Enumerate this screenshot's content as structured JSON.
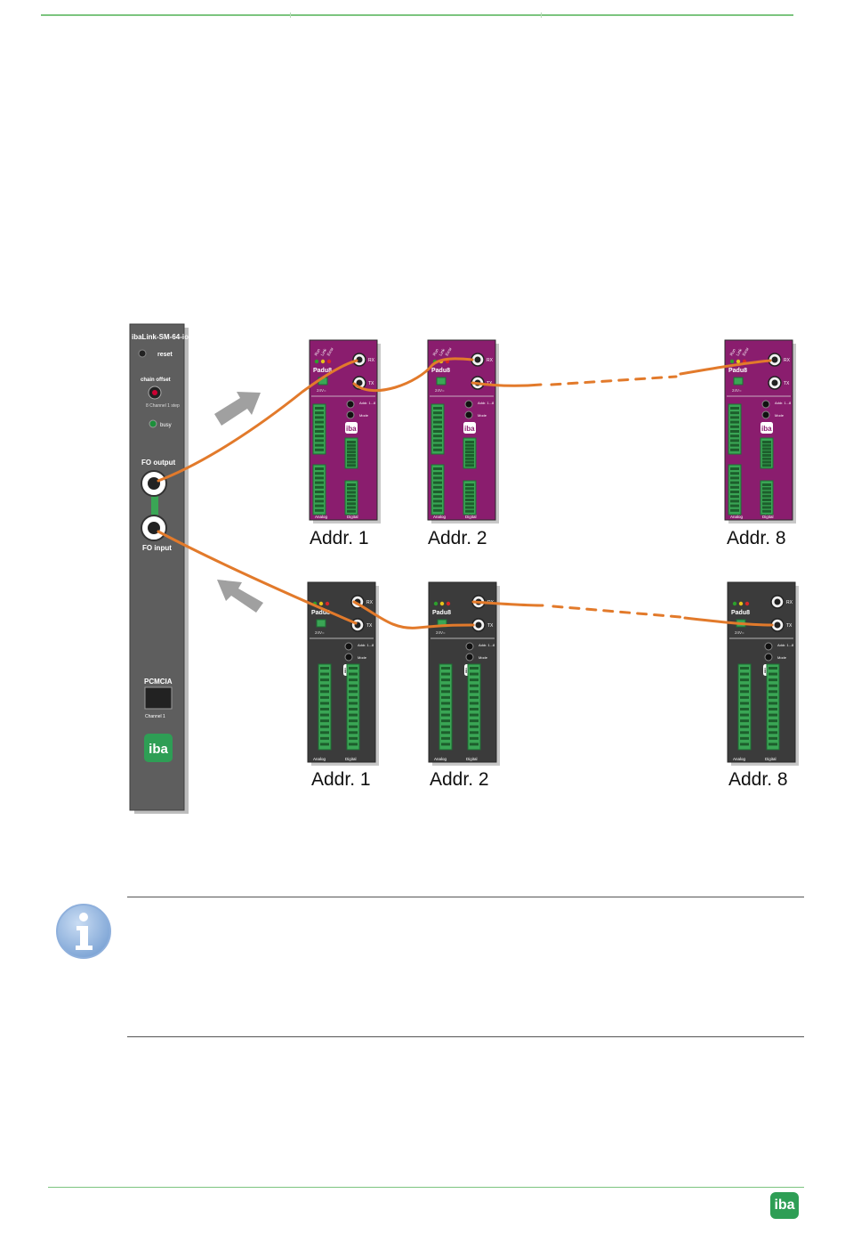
{
  "main_module": {
    "name": "ibaLink-SM-64-io",
    "reset": "reset",
    "chain_offset": "chain offset",
    "chain_note": "8 Channel\n1 step",
    "busy": "busy",
    "fo_output": "FO output",
    "fo_input": "FO input",
    "pcmcia": "PCMCIA",
    "channel": "Channel 1",
    "logo": "iba"
  },
  "padu_modules": {
    "name": "Padu8",
    "rx": "RX",
    "tx": "TX",
    "voltage": "24V=",
    "addr": "Addr.\n1...8",
    "mode": "Mode",
    "analog": "Analog",
    "digital": "Digital",
    "logo": "iba",
    "leds": [
      "Run",
      "Link",
      "Error"
    ]
  },
  "top_row": {
    "labels": [
      "Addr. 1",
      "Addr. 2",
      "Addr. 8"
    ]
  },
  "bottom_row": {
    "labels": [
      "Addr. 1",
      "Addr. 2",
      "Addr. 8"
    ]
  },
  "colors": {
    "main_module": "#5e5e5e",
    "padu_top": "#8a1d6e",
    "padu_bottom": "#3b3b3b",
    "fiber": "#e27a2b",
    "arrow": "#a0a0a0",
    "accent": "#7cc47f"
  },
  "footer": {
    "logo": "iba"
  }
}
